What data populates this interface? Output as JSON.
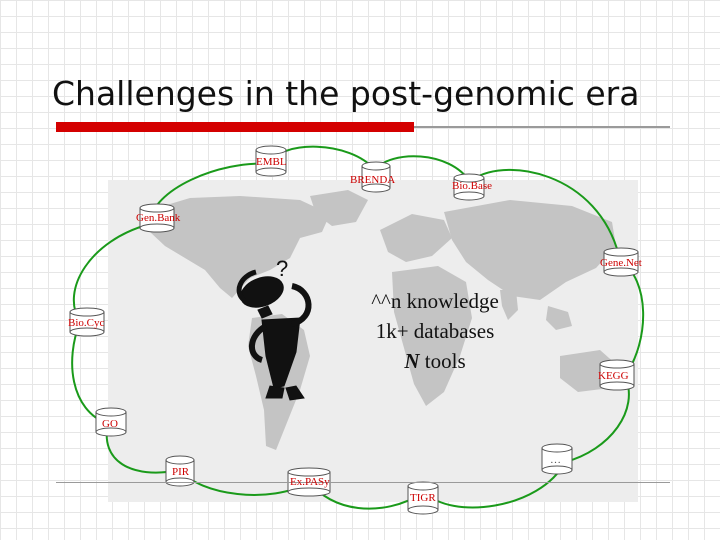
{
  "slide": {
    "title": "Challenges in the post-genomic era",
    "center_lines": {
      "line1": "^^n knowledge",
      "line2": "1k+ databases",
      "line3_italic": "N",
      "line3_rest": " tools"
    },
    "question_mark": "?",
    "databases": {
      "embl": "EMBL",
      "brenda": "BRENDA",
      "biobase": "Bio.Base",
      "genbank": "Gen.Bank",
      "genenet": "Gene.Net",
      "biocyc": "Bio.Cyc",
      "kegg": "KEGG",
      "go": "GO",
      "ellipsis": "…",
      "pir": "PIR",
      "exfasy": "Ex.PASy",
      "tigr": "TIGR"
    },
    "colors": {
      "accent_red": "#d40000",
      "loop_green": "#1a9a1a",
      "label_red": "#cc0000"
    }
  }
}
